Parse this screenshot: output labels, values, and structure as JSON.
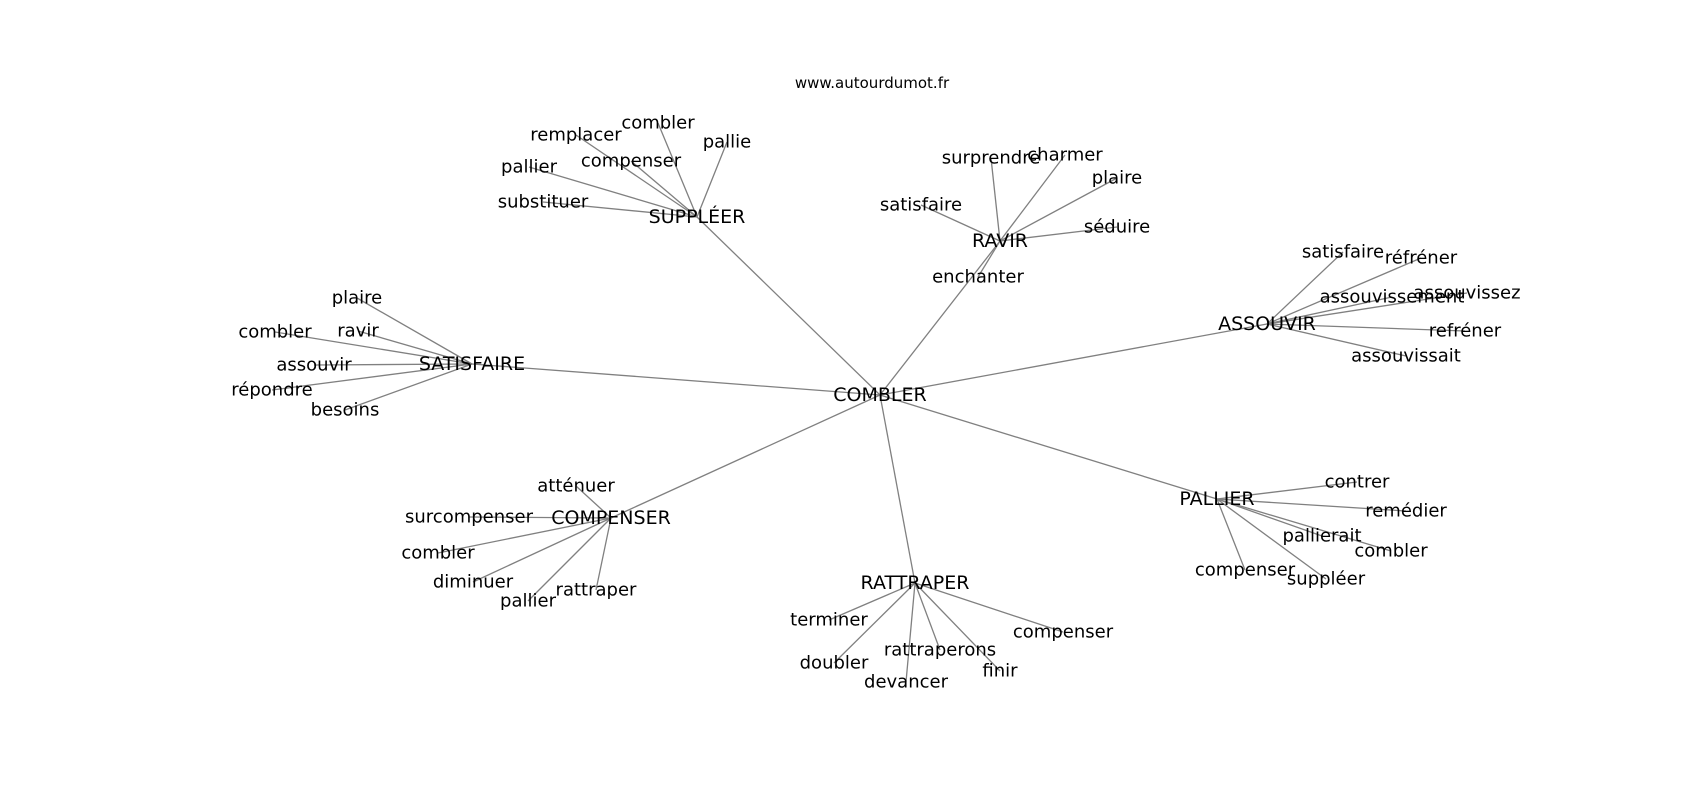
{
  "header": {
    "source": "www.autourdumot.fr"
  },
  "root": "COMBLER",
  "clusters": [
    {
      "word": "SUPPLÉER",
      "related": [
        "combler",
        "remplacer",
        "pallie",
        "compenser",
        "pallier",
        "substituer"
      ]
    },
    {
      "word": "RAVIR",
      "related": [
        "surprendre",
        "charmer",
        "plaire",
        "satisfaire",
        "séduire",
        "enchanter"
      ]
    },
    {
      "word": "ASSOUVIR",
      "related": [
        "satisfaire",
        "réfréner",
        "assouvissement",
        "assouvissez",
        "refréner",
        "assouvissait"
      ]
    },
    {
      "word": "SATISFAIRE",
      "related": [
        "plaire",
        "combler",
        "ravir",
        "assouvir",
        "répondre",
        "besoins"
      ]
    },
    {
      "word": "COMPENSER",
      "related": [
        "atténuer",
        "surcompenser",
        "combler",
        "diminuer",
        "rattraper",
        "pallier"
      ]
    },
    {
      "word": "RATTRAPER",
      "related": [
        "terminer",
        "compenser",
        "rattraperons",
        "doubler",
        "finir",
        "devancer"
      ]
    },
    {
      "word": "PALLIER",
      "related": [
        "contrer",
        "remédier",
        "pallierait",
        "combler",
        "compenser",
        "suppléer"
      ]
    }
  ]
}
